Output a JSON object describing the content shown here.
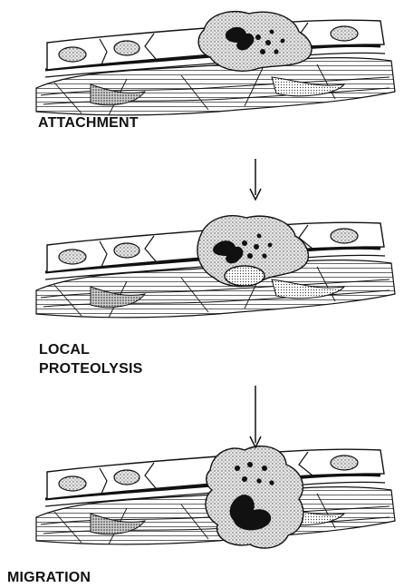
{
  "diagram": {
    "stages": [
      {
        "id": "attachment",
        "lines": [
          "ATTACHMENT"
        ]
      },
      {
        "id": "local-proteolysis",
        "lines": [
          "LOCAL",
          "PROTEOLYSIS"
        ]
      },
      {
        "id": "migration",
        "lines": [
          "MIGRATION"
        ]
      }
    ],
    "colors": {
      "ink": "#111111",
      "cell_stipple": "#b9b9b9",
      "stroma_stipple": "#9a9a9a",
      "background": "#ffffff"
    }
  }
}
